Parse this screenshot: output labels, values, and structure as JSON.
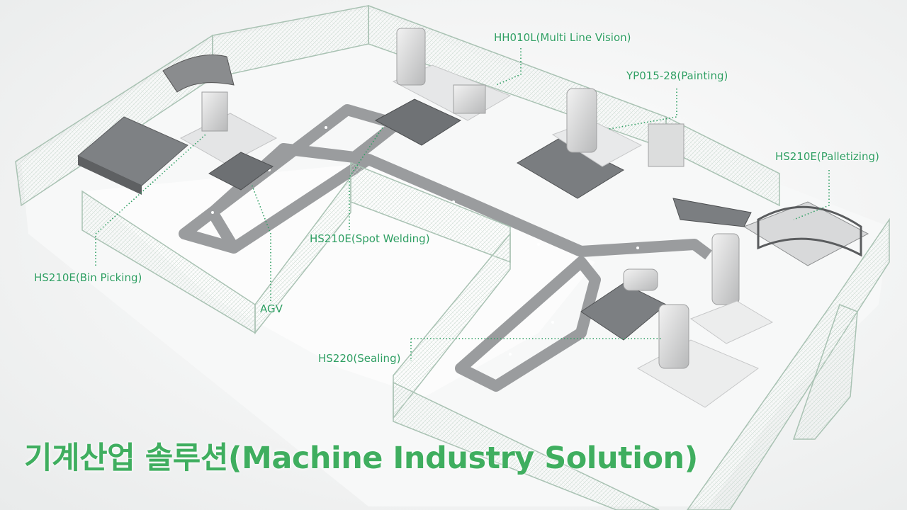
{
  "title": "기계산업 솔루션(Machine Industry Solution)",
  "callouts": {
    "multi_line_vision": "HH010L(Multi Line Vision)",
    "painting": "YP015-28(Painting)",
    "palletizing": "HS210E(Palletizing)",
    "spot_welding": "HS210E(Spot Welding)",
    "bin_picking": "HS210E(Bin Picking)",
    "agv": "AGV",
    "sealing": "HS220(Sealing)"
  },
  "colors": {
    "accent_green": "#3fae5f",
    "callout_green": "#2e9e62",
    "track_gray": "#9a9c9e",
    "fence_green": "#b9d3c4",
    "floor": "#f4f5f5"
  }
}
